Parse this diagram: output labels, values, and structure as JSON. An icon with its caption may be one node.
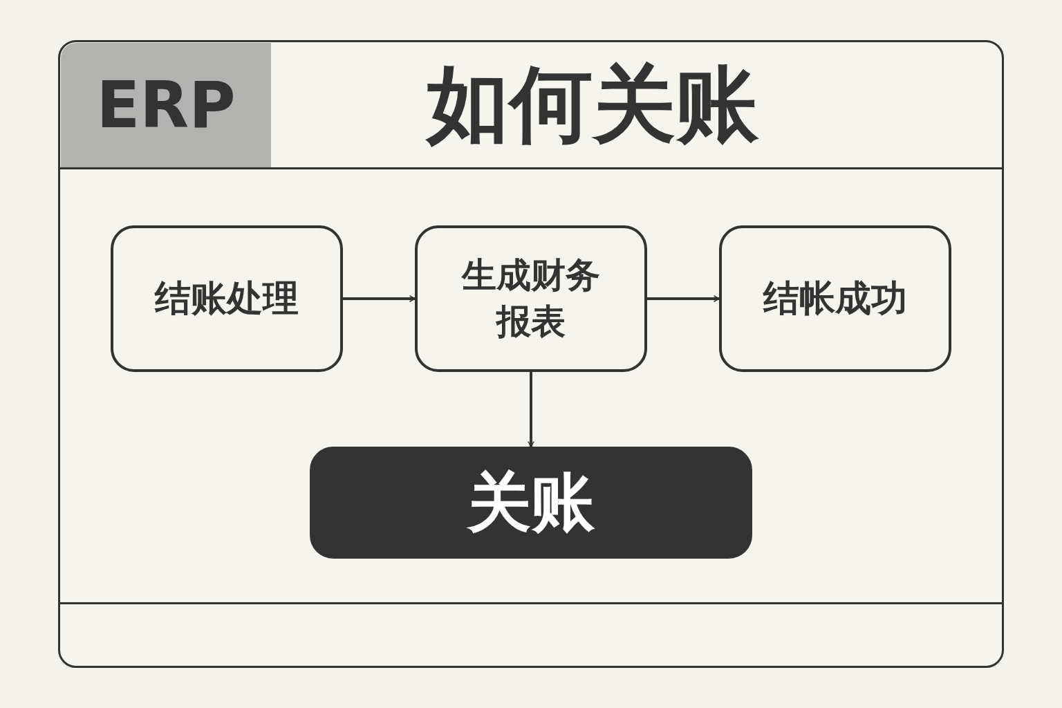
{
  "diagram": {
    "title": "如何关账",
    "nodes": [
      {
        "text": [
          "结账处理"
        ]
      },
      {
        "text": [
          "生成财务报表"
        ]
      },
      {
        "text": [
          "结帐成功"
        ]
      },
      {
        "text": [
          "关账"
        ]
      }
    ],
    "edges": [
      {
        "from": 0,
        "to": 1,
        "arrow": "to"
      },
      {
        "from": 1,
        "to": 2,
        "arrow": "to"
      },
      {
        "from": 1,
        "to": 3,
        "arrow": "to"
      }
    ],
    "labels": [
      "ERP"
    ]
  }
}
